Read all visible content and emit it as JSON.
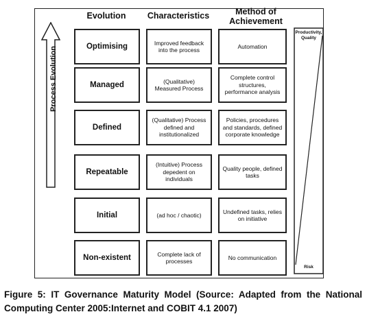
{
  "headers": {
    "evolution": "Evolution",
    "characteristics": "Characteristics",
    "method": "Method of Achievement"
  },
  "axis_label": "Process Evolution",
  "right_bar": {
    "top_label": "Productivity, Quality",
    "bottom_label": "Risk"
  },
  "levels": [
    {
      "evolution": "Optimising",
      "characteristics": "Improved feedback into the process",
      "method": "Automation"
    },
    {
      "evolution": "Managed",
      "characteristics": "(Qualitative) Measured Process",
      "method": "Complete control structures, performance analysis"
    },
    {
      "evolution": "Defined",
      "characteristics": "(Qualitative) Process defined and institutionalized",
      "method": "Policies, procedures and standards, defined corporate knowledge"
    },
    {
      "evolution": "Repeatable",
      "characteristics": "(Intuitive) Process depedent on individuals",
      "method": "Quality people, defined tasks"
    },
    {
      "evolution": "Initial",
      "characteristics": "(ad hoc / chaotic)",
      "method": "Undefined tasks, relies on initiative"
    },
    {
      "evolution": "Non-existent",
      "characteristics": "Complete lack of processes",
      "method": "No communication"
    }
  ],
  "caption": "Figure 5: IT Governance Maturity Model (Source: Adapted from the National Computing Center 2005:Internet and COBIT 4.1 2007)"
}
